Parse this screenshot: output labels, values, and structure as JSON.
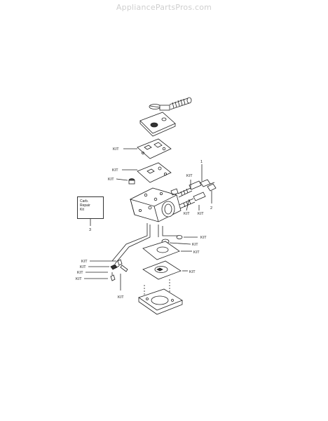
{
  "watermark": "AppliancePartsPros.com",
  "kit_box": {
    "line1": "Carb.",
    "line2": "Repair",
    "line3": "Kit",
    "number": "3"
  },
  "labels": {
    "kit": "KIT",
    "ref1": "1",
    "ref2": "2"
  }
}
